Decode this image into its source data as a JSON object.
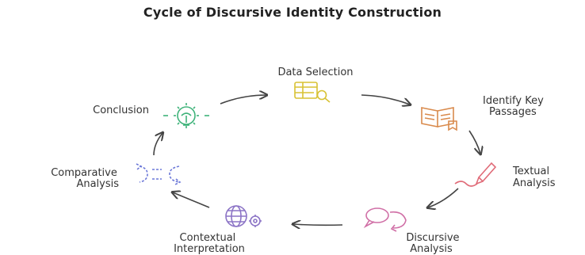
{
  "title": "Cycle of Discursive Identity Construction",
  "steps": [
    {
      "lines": [
        "Data Selection"
      ],
      "icon": "data-table-search-icon",
      "color": "#d8c233"
    },
    {
      "lines": [
        "Identify Key",
        "Passages"
      ],
      "icon": "book-icon",
      "color": "#d98a4c"
    },
    {
      "lines": [
        "Textual",
        "Analysis"
      ],
      "icon": "pen-writing-icon",
      "color": "#e06b78"
    },
    {
      "lines": [
        "Discursive",
        "Analysis"
      ],
      "icon": "chat-cycle-icon",
      "color": "#d06fa6"
    },
    {
      "lines": [
        "Contextual",
        "Interpretation"
      ],
      "icon": "globe-gear-icon",
      "color": "#8c74c6"
    },
    {
      "lines": [
        "Comparative",
        "Analysis"
      ],
      "icon": "compare-arrows-icon",
      "color": "#6c78d8"
    },
    {
      "lines": [
        "Conclusion"
      ],
      "icon": "lightbulb-gear-icon",
      "color": "#3fb37a"
    }
  ]
}
